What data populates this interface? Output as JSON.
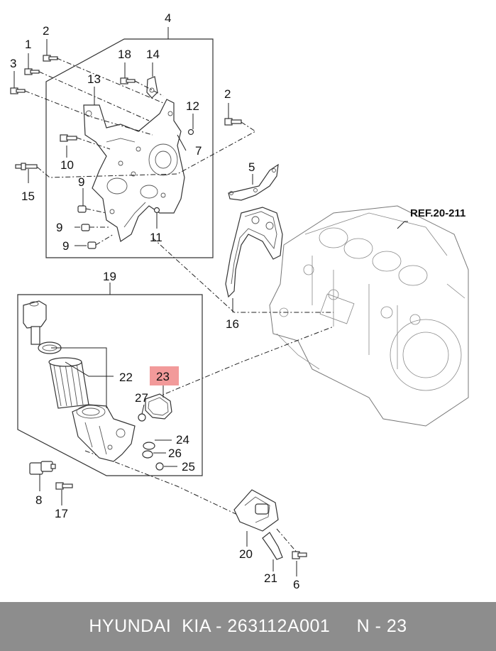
{
  "reference_label": "REF.20-211",
  "callouts": {
    "c1": "1",
    "c2a": "2",
    "c2b": "2",
    "c3": "3",
    "c4": "4",
    "c5": "5",
    "c6": "6",
    "c7": "7",
    "c8": "8",
    "c9a": "9",
    "c9b": "9",
    "c9c": "9",
    "c10": "10",
    "c11": "11",
    "c12": "12",
    "c13": "13",
    "c14": "14",
    "c15": "15",
    "c16": "16",
    "c17": "17",
    "c18": "18",
    "c19": "19",
    "c20": "20",
    "c21": "21",
    "c22": "22",
    "c23": "23",
    "c24": "24",
    "c25": "25",
    "c26": "26",
    "c27": "27"
  },
  "highlight_color": "#f29a9a",
  "footer": {
    "text": "HYUNDAI  KIA - 263112A001     N - 23",
    "background": "#8d8d8d"
  }
}
